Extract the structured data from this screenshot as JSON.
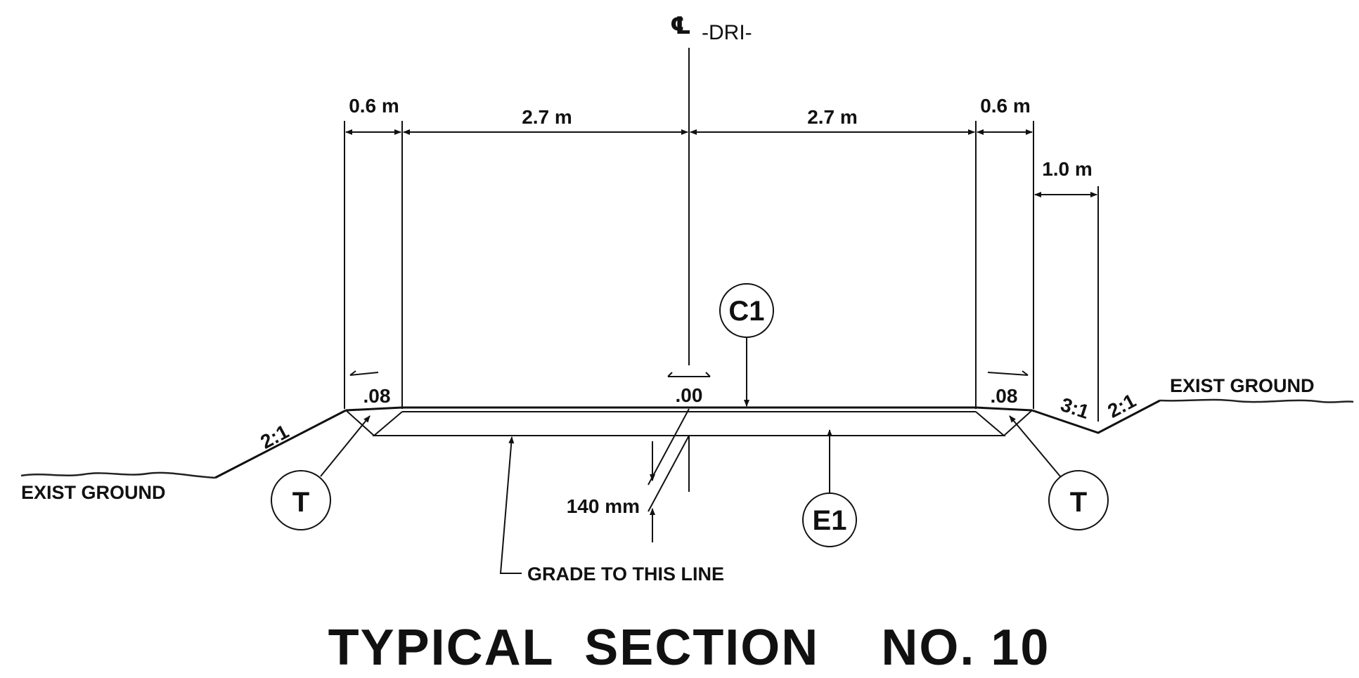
{
  "centerline": {
    "symbol": "℄",
    "label": "-DRI-"
  },
  "dimensions": {
    "left_shoulder": "0.6  m",
    "left_lane": "2.7  m",
    "right_lane": "2.7  m",
    "right_shoulder": "0.6  m",
    "ditch": "1.0  m",
    "depth": "140  mm"
  },
  "slopes": {
    "left_shoulder": ".08",
    "center": ".00",
    "right_shoulder": ".08",
    "left_fill": "2:1",
    "right_foreslope": "3:1",
    "right_backslope": "2:1"
  },
  "labels": {
    "exist_ground_left": "EXIST  GROUND",
    "exist_ground_right": "EXIST  GROUND",
    "grade_line": "GRADE  TO  THIS  LINE"
  },
  "callouts": {
    "c1": "C1",
    "e1": "E1",
    "t_left": "T",
    "t_right": "T"
  },
  "title": "TYPICAL  SECTION    NO. 10"
}
